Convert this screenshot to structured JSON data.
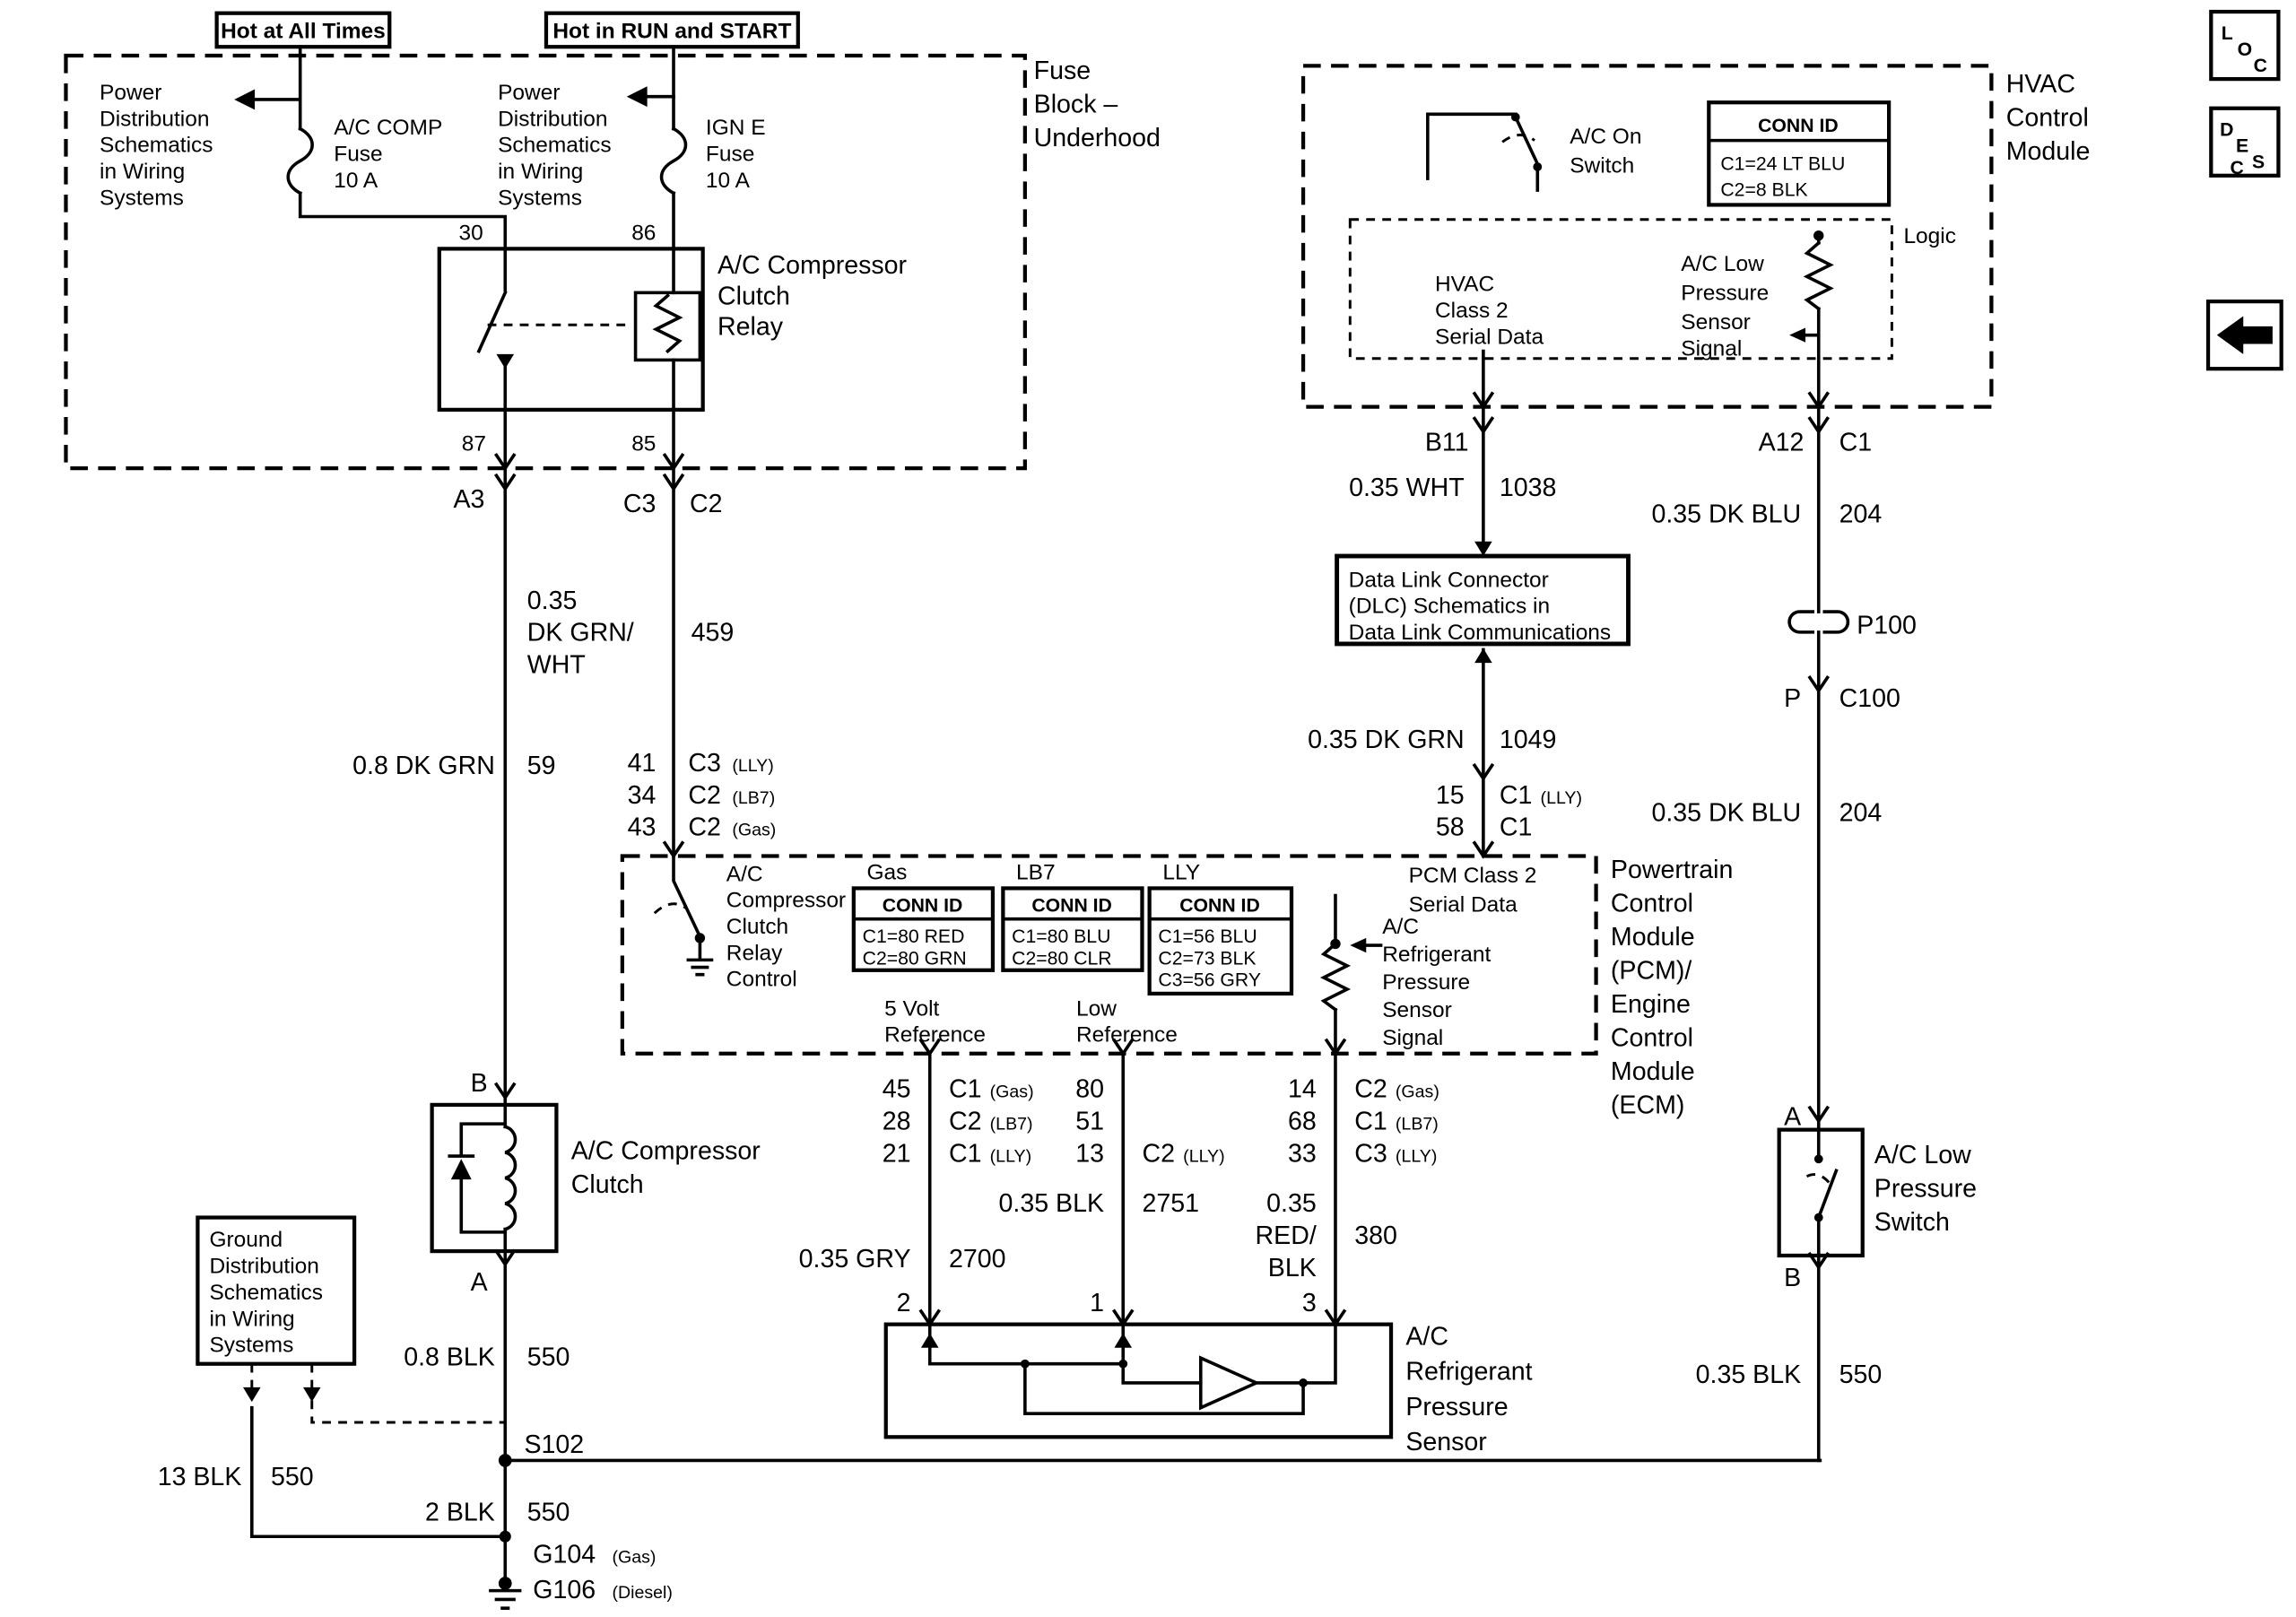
{
  "banners": {
    "hot_at_all_times": "Hot at All Times",
    "hot_in_run_and_start": "Hot in RUN and START"
  },
  "fuse_block": {
    "title": [
      "Fuse",
      "Block –",
      "Underhood"
    ],
    "power_dist_left": [
      "Power",
      "Distribution",
      "Schematics",
      "in Wiring",
      "Systems"
    ],
    "power_dist_mid": [
      "Power",
      "Distribution",
      "Schematics",
      "in Wiring",
      "Systems"
    ],
    "fuse_ac_comp": [
      "A/C COMP",
      "Fuse",
      "10 A"
    ],
    "fuse_ign_e": [
      "IGN E",
      "Fuse",
      "10 A"
    ],
    "pin_30": "30",
    "pin_86": "86",
    "pin_87": "87",
    "pin_85": "85",
    "relay": [
      "A/C Compressor",
      "Clutch",
      "Relay"
    ]
  },
  "right_wire": {
    "conn_c3": "C3",
    "conn_c2": "C2",
    "label_035": "0.35",
    "label_dkgrn": "DK GRN/",
    "label_wht": "WHT",
    "ckt_459": "459",
    "pins": [
      {
        "num": "41",
        "conn": "C3",
        "eng": "(LLY)"
      },
      {
        "num": "34",
        "conn": "C2",
        "eng": "(LB7)"
      },
      {
        "num": "43",
        "conn": "C2",
        "eng": "(Gas)"
      }
    ]
  },
  "left_wire": {
    "conn_a3": "A3",
    "label_08dkgrn": "0.8 DK GRN",
    "ckt_59": "59",
    "pin_b": "B",
    "pin_a": "A",
    "clutch": [
      "A/C Compressor",
      "Clutch"
    ],
    "label_08blk": "0.8 BLK",
    "ckt_550": "550",
    "splice": "S102",
    "label_13blk": "13 BLK",
    "ckt_550c": "550",
    "label_2blk": "2 BLK",
    "ckt_550b": "550",
    "g104": "G104",
    "g104_note": "(Gas)",
    "g106": "G106",
    "g106_note": "(Diesel)"
  },
  "ground_box": [
    "Ground",
    "Distribution",
    "Schematics",
    "in Wiring",
    "Systems"
  ],
  "pcm": {
    "title": [
      "Powertrain",
      "Control",
      "Module",
      "(PCM)/",
      "Engine",
      "Control",
      "Module",
      "(ECM)"
    ],
    "relay_control": [
      "A/C",
      "Compressor",
      "Clutch",
      "Relay",
      "Control"
    ],
    "conn_tables": [
      {
        "tag": "Gas",
        "header": "CONN ID",
        "rows": [
          "C1=80 RED",
          "C2=80 GRN"
        ]
      },
      {
        "tag": "LB7",
        "header": "CONN ID",
        "rows": [
          "C1=80 BLU",
          "C2=80 CLR"
        ]
      },
      {
        "tag": "LLY",
        "header": "CONN ID",
        "rows": [
          "C1=56 BLU",
          "C2=73 BLK",
          "C3=56 GRY"
        ]
      }
    ],
    "serial": [
      "PCM Class 2",
      "Serial Data"
    ],
    "signal": [
      "A/C",
      "Refrigerant",
      "Pressure",
      "Sensor",
      "Signal"
    ],
    "ref_5v": [
      "5 Volt",
      "Reference"
    ],
    "ref_low": [
      "Low",
      "Reference"
    ],
    "pins_5v": [
      {
        "num": "45",
        "conn": "C1",
        "eng": "(Gas)"
      },
      {
        "num": "28",
        "conn": "C2",
        "eng": "(LB7)"
      },
      {
        "num": "21",
        "conn": "C1",
        "eng": "(LLY)"
      }
    ],
    "pins_low": [
      {
        "num": "80"
      },
      {
        "num": "51"
      },
      {
        "num": "13",
        "conn": "C2",
        "eng": "(LLY)"
      }
    ],
    "pins_sig": [
      {
        "num": "14",
        "conn": "C2",
        "eng": "(Gas)"
      },
      {
        "num": "68",
        "conn": "C1",
        "eng": "(LB7)"
      },
      {
        "num": "33",
        "conn": "C3",
        "eng": "(LLY)"
      }
    ]
  },
  "sensor_wires": {
    "gry": "0.35 GRY",
    "ckt_2700": "2700",
    "blk": "0.35 BLK",
    "ckt_2751": "2751",
    "red1": "0.35",
    "red2": "RED/",
    "red3": "BLK",
    "ckt_380": "380",
    "pin_2": "2",
    "pin_1": "1",
    "pin_3": "3"
  },
  "sensor": {
    "title": [
      "A/C",
      "Refrigerant",
      "Pressure",
      "Sensor"
    ]
  },
  "hvac": {
    "title": [
      "HVAC",
      "Control",
      "Module"
    ],
    "ac_on_switch": [
      "A/C On",
      "Switch"
    ],
    "conn_header": "CONN ID",
    "conn_rows": [
      "C1=24 LT BLU",
      "C2=8 BLK"
    ],
    "logic": "Logic",
    "serial": [
      "HVAC",
      "Class 2",
      "Serial Data"
    ],
    "low_pressure_signal": [
      "A/C Low",
      "Pressure",
      "Sensor",
      "Signal"
    ],
    "pin_b11": "B11",
    "pin_a12": "A12",
    "conn_c1": "C1"
  },
  "dlc": {
    "box": [
      "Data Link Connector",
      "(DLC) Schematics in",
      "Data Link Communications"
    ],
    "label_wht": "0.35 WHT",
    "ckt_1038": "1038",
    "label_dkgrn": "0.35 DK GRN",
    "ckt_1049": "1049",
    "pins": [
      {
        "num": "15",
        "conn": "C1",
        "eng": "(LLY)"
      },
      {
        "num": "58",
        "conn": "C1"
      }
    ]
  },
  "low_pressure_branch": {
    "label_dkblu_1": "0.35 DK BLU",
    "ckt_204_1": "204",
    "p100": "P100",
    "pin_p": "P",
    "conn_c100": "C100",
    "label_dkblu_2": "0.35 DK BLU",
    "ckt_204_2": "204",
    "pin_a": "A",
    "pin_b": "B",
    "switch": [
      "A/C Low",
      "Pressure",
      "Switch"
    ],
    "label_blk": "0.35 BLK",
    "ckt_550": "550"
  },
  "nav": {
    "loc": [
      "L",
      "O",
      "C"
    ],
    "des": [
      "D",
      "E",
      "S",
      "C"
    ]
  }
}
